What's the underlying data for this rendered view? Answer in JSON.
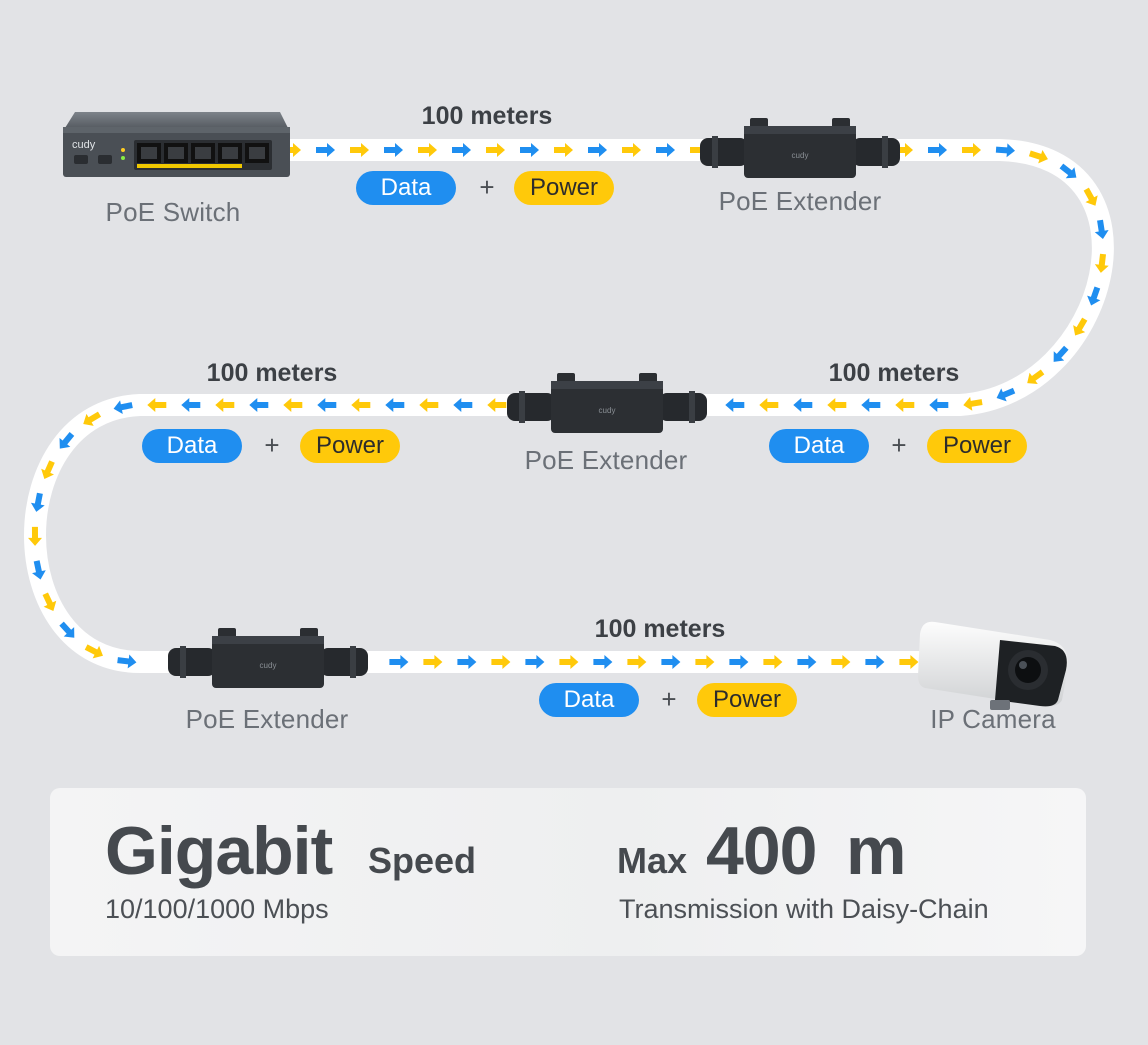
{
  "devices": {
    "switch": "PoE Switch",
    "extender_1": "PoE Extender",
    "extender_2": "PoE Extender",
    "extender_3": "PoE Extender",
    "camera": "IP Camera",
    "brand": "cudy"
  },
  "segments": [
    {
      "distance": "100 meters",
      "data": "Data",
      "plus": "+",
      "power": "Power"
    },
    {
      "distance": "100 meters",
      "data": "Data",
      "plus": "+",
      "power": "Power"
    },
    {
      "distance": "100 meters",
      "data": "Data",
      "plus": "+",
      "power": "Power"
    },
    {
      "distance": "100 meters",
      "data": "Data",
      "plus": "+",
      "power": "Power"
    }
  ],
  "footer": {
    "speed_big": "Gigabit",
    "speed_word": "Speed",
    "speed_sub": "10/100/1000 Mbps",
    "max_word": "Max",
    "max_value": "400",
    "max_unit": "m",
    "max_sub": "Transmission with Daisy-Chain"
  },
  "colors": {
    "data": "#1f8ef0",
    "power": "#ffc90a",
    "background": "#e2e3e6",
    "cable": "#ffffff",
    "device": "#2c2f33"
  },
  "icons": [
    "poe-switch-icon",
    "poe-extender-icon",
    "ip-camera-icon",
    "arrow-right-icon",
    "arrow-left-icon"
  ]
}
